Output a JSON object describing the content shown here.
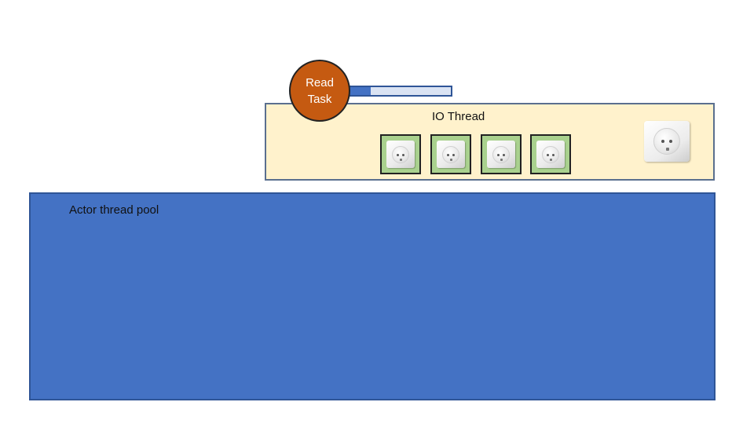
{
  "io_thread": {
    "label": "IO Thread",
    "fill_color": "#fff2cc",
    "slots": [
      {
        "icon": "power-socket-icon",
        "color": "#a9d18e"
      },
      {
        "icon": "power-socket-icon",
        "color": "#a9d18e"
      },
      {
        "icon": "power-socket-icon",
        "color": "#a9d18e"
      },
      {
        "icon": "power-socket-icon",
        "color": "#a9d18e"
      }
    ],
    "standalone_icon": "power-socket-icon"
  },
  "read_task": {
    "line1": "Read",
    "line2": "Task",
    "color": "#c55a11",
    "progress": 0.28
  },
  "actor_pool": {
    "label": "Actor thread pool",
    "color": "#4472c4"
  }
}
